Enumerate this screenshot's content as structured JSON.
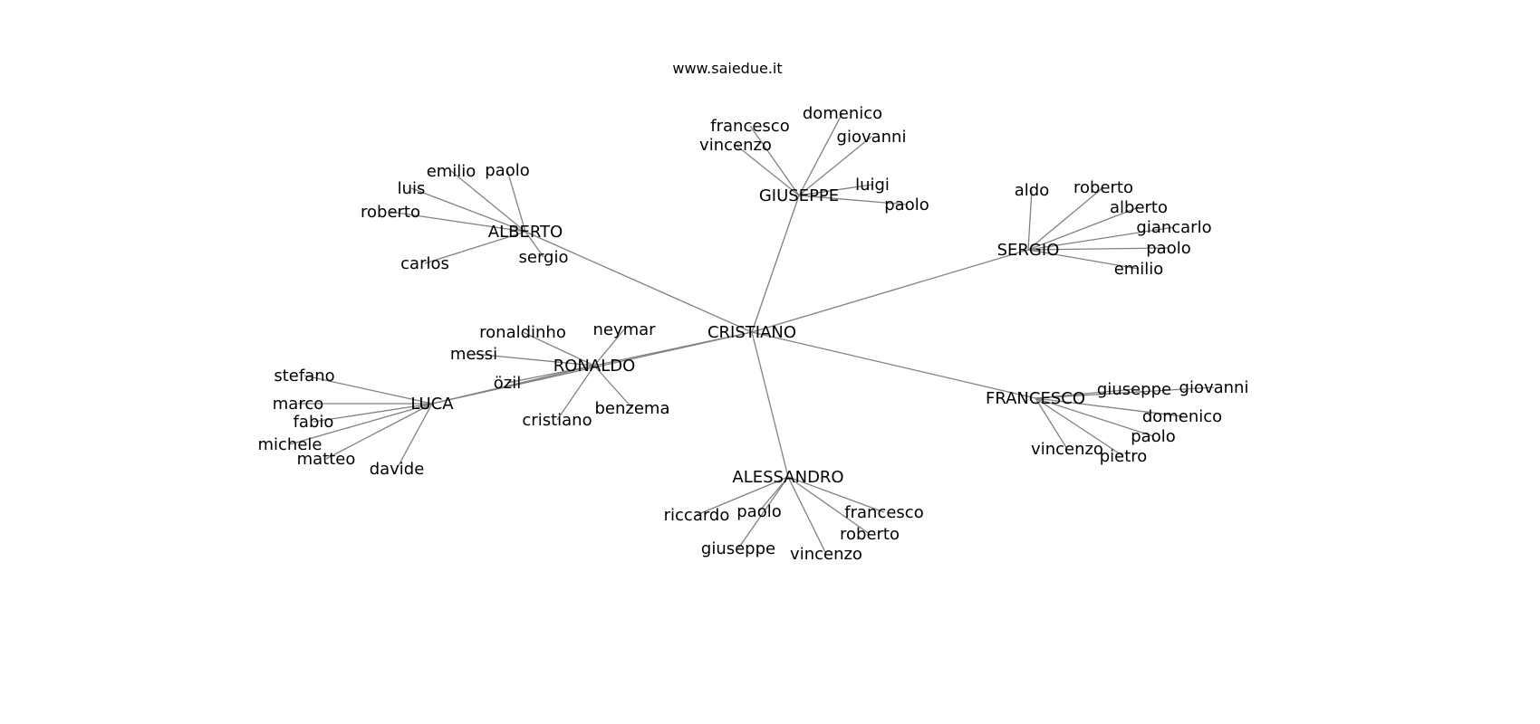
{
  "title": "www.saiedue.it",
  "edge_color": "#808080",
  "nodes": [
    "CRISTIANO",
    "ALBERTO",
    "emilio",
    "paolo",
    "luis",
    "roberto",
    "carlos",
    "sergio",
    "GIUSEPPE",
    "francesco",
    "domenico",
    "vincenzo",
    "giovanni",
    "luigi",
    "paolo",
    "SERGIO",
    "aldo",
    "roberto",
    "alberto",
    "giancarlo",
    "paolo",
    "emilio",
    "FRANCESCO",
    "giuseppe",
    "giovanni",
    "domenico",
    "paolo",
    "pietro",
    "vincenzo",
    "ALESSANDRO",
    "riccardo",
    "paolo",
    "giuseppe",
    "vincenzo",
    "roberto",
    "francesco",
    "RONALDO",
    "ronaldinho",
    "neymar",
    "messi",
    "cristiano",
    "benzema",
    "özil",
    "LUCA",
    "stefano",
    "marco",
    "fabio",
    "michele",
    "matteo",
    "davide"
  ],
  "edges": [
    [
      0,
      1
    ],
    [
      1,
      2
    ],
    [
      1,
      3
    ],
    [
      1,
      4
    ],
    [
      1,
      5
    ],
    [
      1,
      6
    ],
    [
      1,
      7
    ],
    [
      0,
      8
    ],
    [
      8,
      9
    ],
    [
      8,
      10
    ],
    [
      8,
      11
    ],
    [
      8,
      12
    ],
    [
      8,
      13
    ],
    [
      8,
      14
    ],
    [
      0,
      15
    ],
    [
      15,
      16
    ],
    [
      15,
      17
    ],
    [
      15,
      18
    ],
    [
      15,
      19
    ],
    [
      15,
      20
    ],
    [
      15,
      21
    ],
    [
      0,
      22
    ],
    [
      22,
      23
    ],
    [
      22,
      24
    ],
    [
      22,
      25
    ],
    [
      22,
      26
    ],
    [
      22,
      27
    ],
    [
      22,
      28
    ],
    [
      0,
      29
    ],
    [
      29,
      30
    ],
    [
      29,
      31
    ],
    [
      29,
      32
    ],
    [
      29,
      33
    ],
    [
      29,
      34
    ],
    [
      29,
      35
    ],
    [
      0,
      36
    ],
    [
      36,
      37
    ],
    [
      36,
      38
    ],
    [
      36,
      39
    ],
    [
      36,
      40
    ],
    [
      36,
      41
    ],
    [
      36,
      42
    ],
    [
      0,
      43
    ],
    [
      43,
      36
    ],
    [
      43,
      44
    ],
    [
      43,
      45
    ],
    [
      43,
      46
    ],
    [
      43,
      47
    ],
    [
      43,
      48
    ],
    [
      43,
      49
    ]
  ]
}
